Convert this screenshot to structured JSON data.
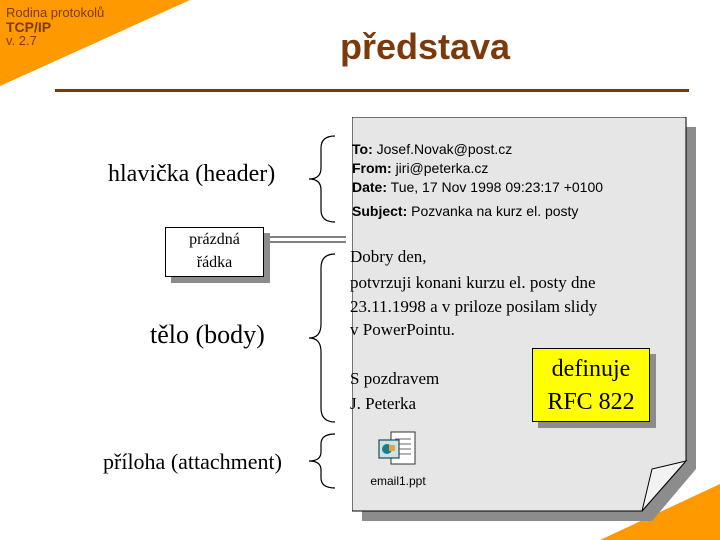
{
  "corner": {
    "course": "Rodina protokolů",
    "protocol": "TCP/IP",
    "version": "v. 2.7"
  },
  "title": "představa",
  "labels": {
    "header": "hlavička (header)",
    "blank_line_1": "prázdná",
    "blank_line_2": "řádka",
    "body": "tělo (body)",
    "attachment": "příloha (attachment)"
  },
  "email": {
    "to_label": "To:",
    "to_value": "Josef.Novak@post.cz",
    "from_label": "From:",
    "from_value": "jiri@peterka.cz",
    "date_label": "Date:",
    "date_value": "Tue, 17 Nov 1998 09:23:17 +0100",
    "subject_label": "Subject:",
    "subject_value": "Pozvanka na kurz el. posty",
    "body_lines": [
      "Dobry den,",
      "potvrzuji konani kurzu el. posty dne",
      "23.11.1998 a v priloze posilam slidy",
      "v PowerPointu.",
      "S pozdravem",
      "J. Peterka"
    ],
    "attachment_name": "email1.ppt"
  },
  "note": {
    "line1": "definuje",
    "line2": "RFC 822"
  },
  "colors": {
    "accent_orange": "#ff9900",
    "title_brown": "#7a3a0c",
    "document_fill": "#e6e6e6",
    "note_yellow": "#ffff00",
    "shadow_gray": "#8c8c8c"
  }
}
